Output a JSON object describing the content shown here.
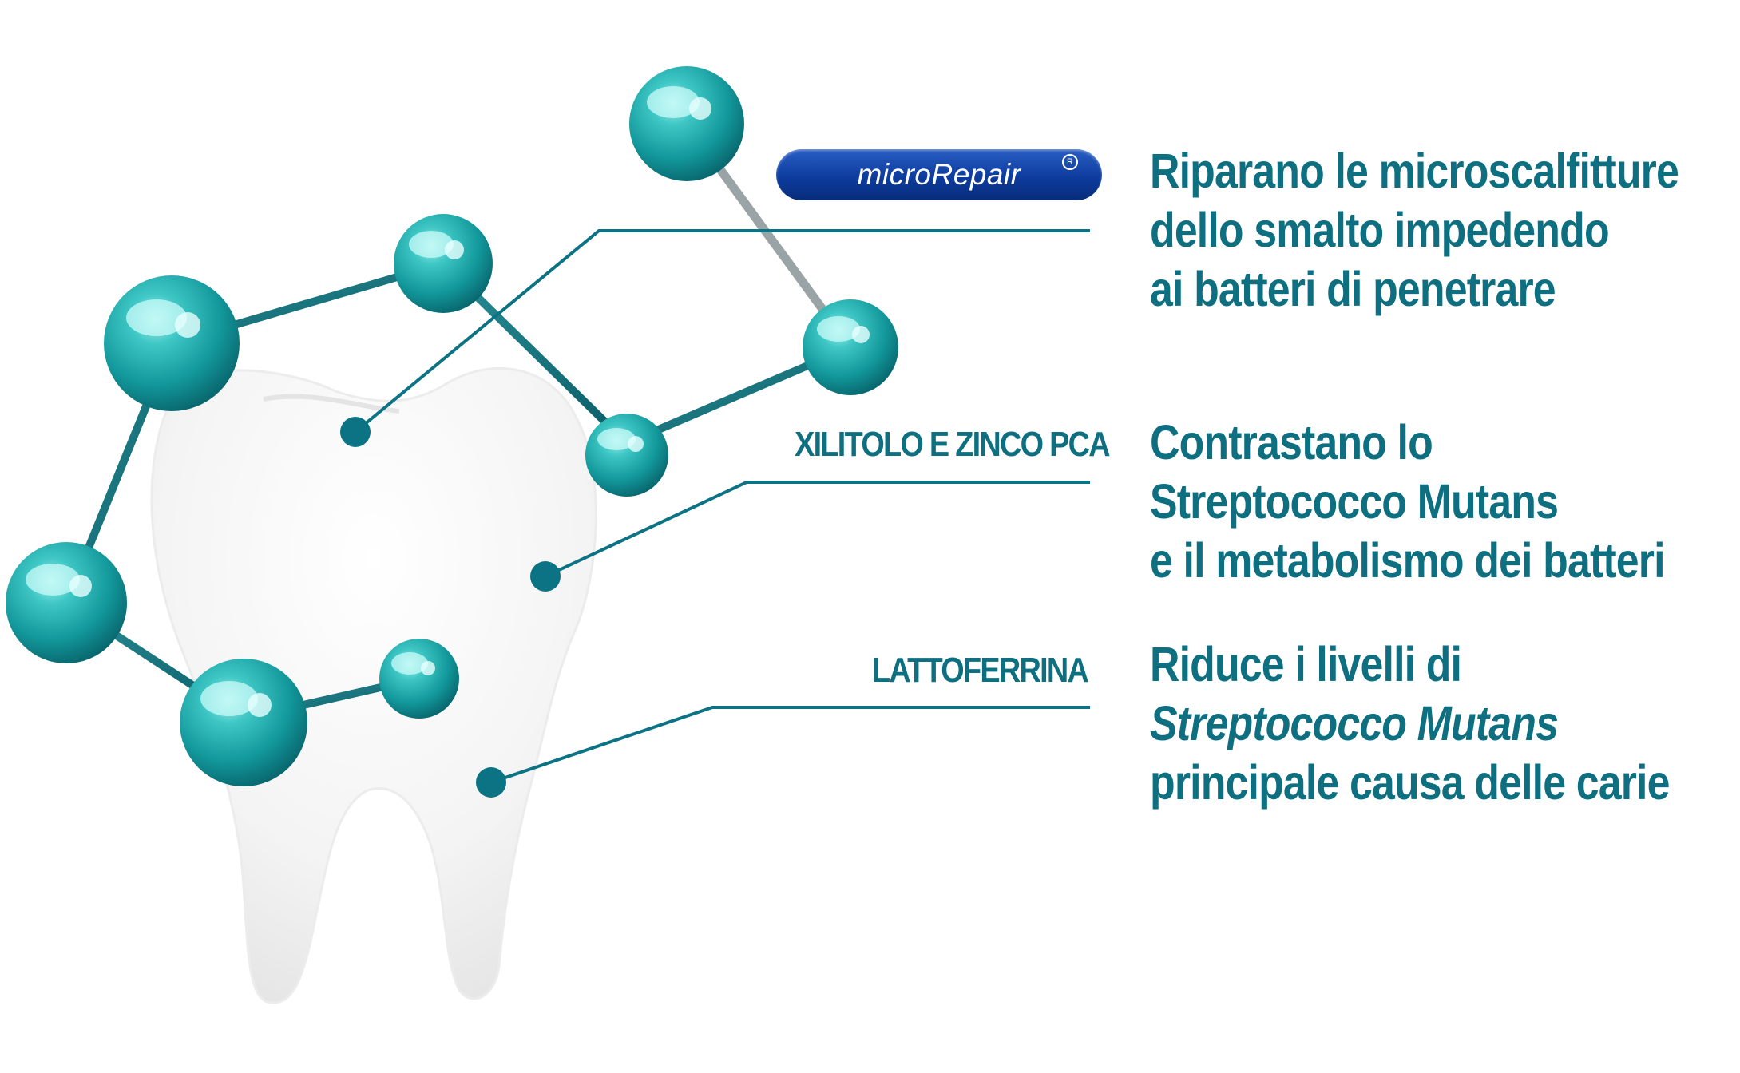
{
  "badge": {
    "text": "microRepair",
    "registered_mark": "R"
  },
  "labels": {
    "xilitolo": "XILITOLO E ZINCO PCA",
    "lattoferrina": "LATTOFERRINA"
  },
  "descriptions": {
    "microrepair": [
      "Riparano le microscalfitture",
      "dello smalto impedendo",
      "ai batteri di penetrare"
    ],
    "xilitolo": [
      "Contrastano lo",
      "Streptococco Mutans",
      "e il metabolismo dei batteri"
    ],
    "lattoferrina": [
      "Riduce i livelli di",
      "Streptococco Mutans",
      "principale causa delle carie"
    ]
  },
  "colors": {
    "text_teal": "#0d6f80",
    "leader_teal": "#0b7383",
    "badge_blue": "#0d3c9e",
    "sphere_teal": "#1aa6a8"
  }
}
